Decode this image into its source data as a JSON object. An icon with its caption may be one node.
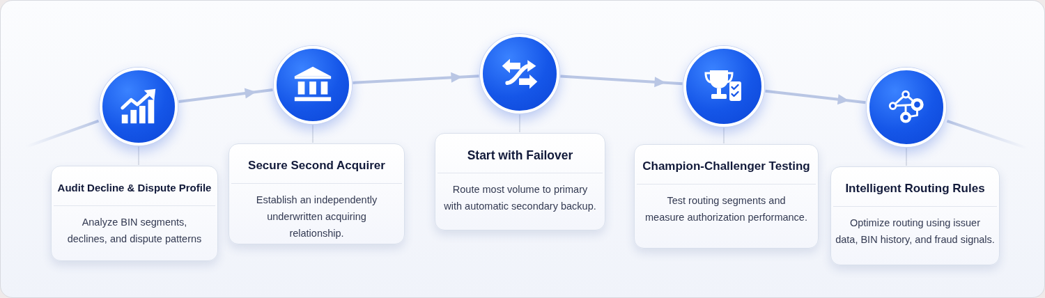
{
  "diagram": {
    "nodes": [
      {
        "text": [],
        "shape": "circle"
      },
      {
        "text": [
          "Audit Decline & Dispute Profile",
          "Analyze BIN segments, declines, and dispute patterns"
        ]
      },
      {
        "text": [],
        "shape": "circle"
      },
      {
        "text": [
          "Secure Second Acquirer",
          "Establish an independently underwritten acquiring relationship."
        ]
      },
      {
        "text": [],
        "shape": "circle"
      },
      {
        "text": [
          "Start with Failover",
          "Route most volume to primary with automatic secondary backup."
        ]
      },
      {
        "text": [],
        "shape": "circle"
      },
      {
        "text": [
          "Champion-Challenger Testing",
          "Test routing segments and measure authorization performance."
        ]
      },
      {
        "text": [],
        "shape": "circle"
      },
      {
        "text": [
          "Intelligent Routing Rules",
          "Optimize routing using issuer data, BIN history, and fraud signals."
        ]
      }
    ],
    "edges": [
      {
        "from": null,
        "to": 0,
        "arrow": "none",
        "style": "thick",
        "color": "#b9c6e4"
      },
      {
        "from": 0,
        "to": 2,
        "arrow": "to",
        "style": "thick",
        "color": "#b9c6e4"
      },
      {
        "from": 2,
        "to": 4,
        "arrow": "to",
        "style": "thick",
        "color": "#b9c6e4"
      },
      {
        "from": 4,
        "to": 6,
        "arrow": "to",
        "style": "thick",
        "color": "#b9c6e4"
      },
      {
        "from": 6,
        "to": 8,
        "arrow": "to",
        "style": "thick",
        "color": "#b9c6e4"
      },
      {
        "from": 8,
        "to": null,
        "arrow": "none",
        "style": "thick",
        "color": "#b9c6e4"
      },
      {
        "from": 0,
        "to": 1,
        "arrow": "none"
      },
      {
        "from": 2,
        "to": 3,
        "arrow": "none"
      },
      {
        "from": 4,
        "to": 5,
        "arrow": "none"
      },
      {
        "from": 6,
        "to": 7,
        "arrow": "none"
      },
      {
        "from": 8,
        "to": 9,
        "arrow": "none"
      }
    ]
  }
}
